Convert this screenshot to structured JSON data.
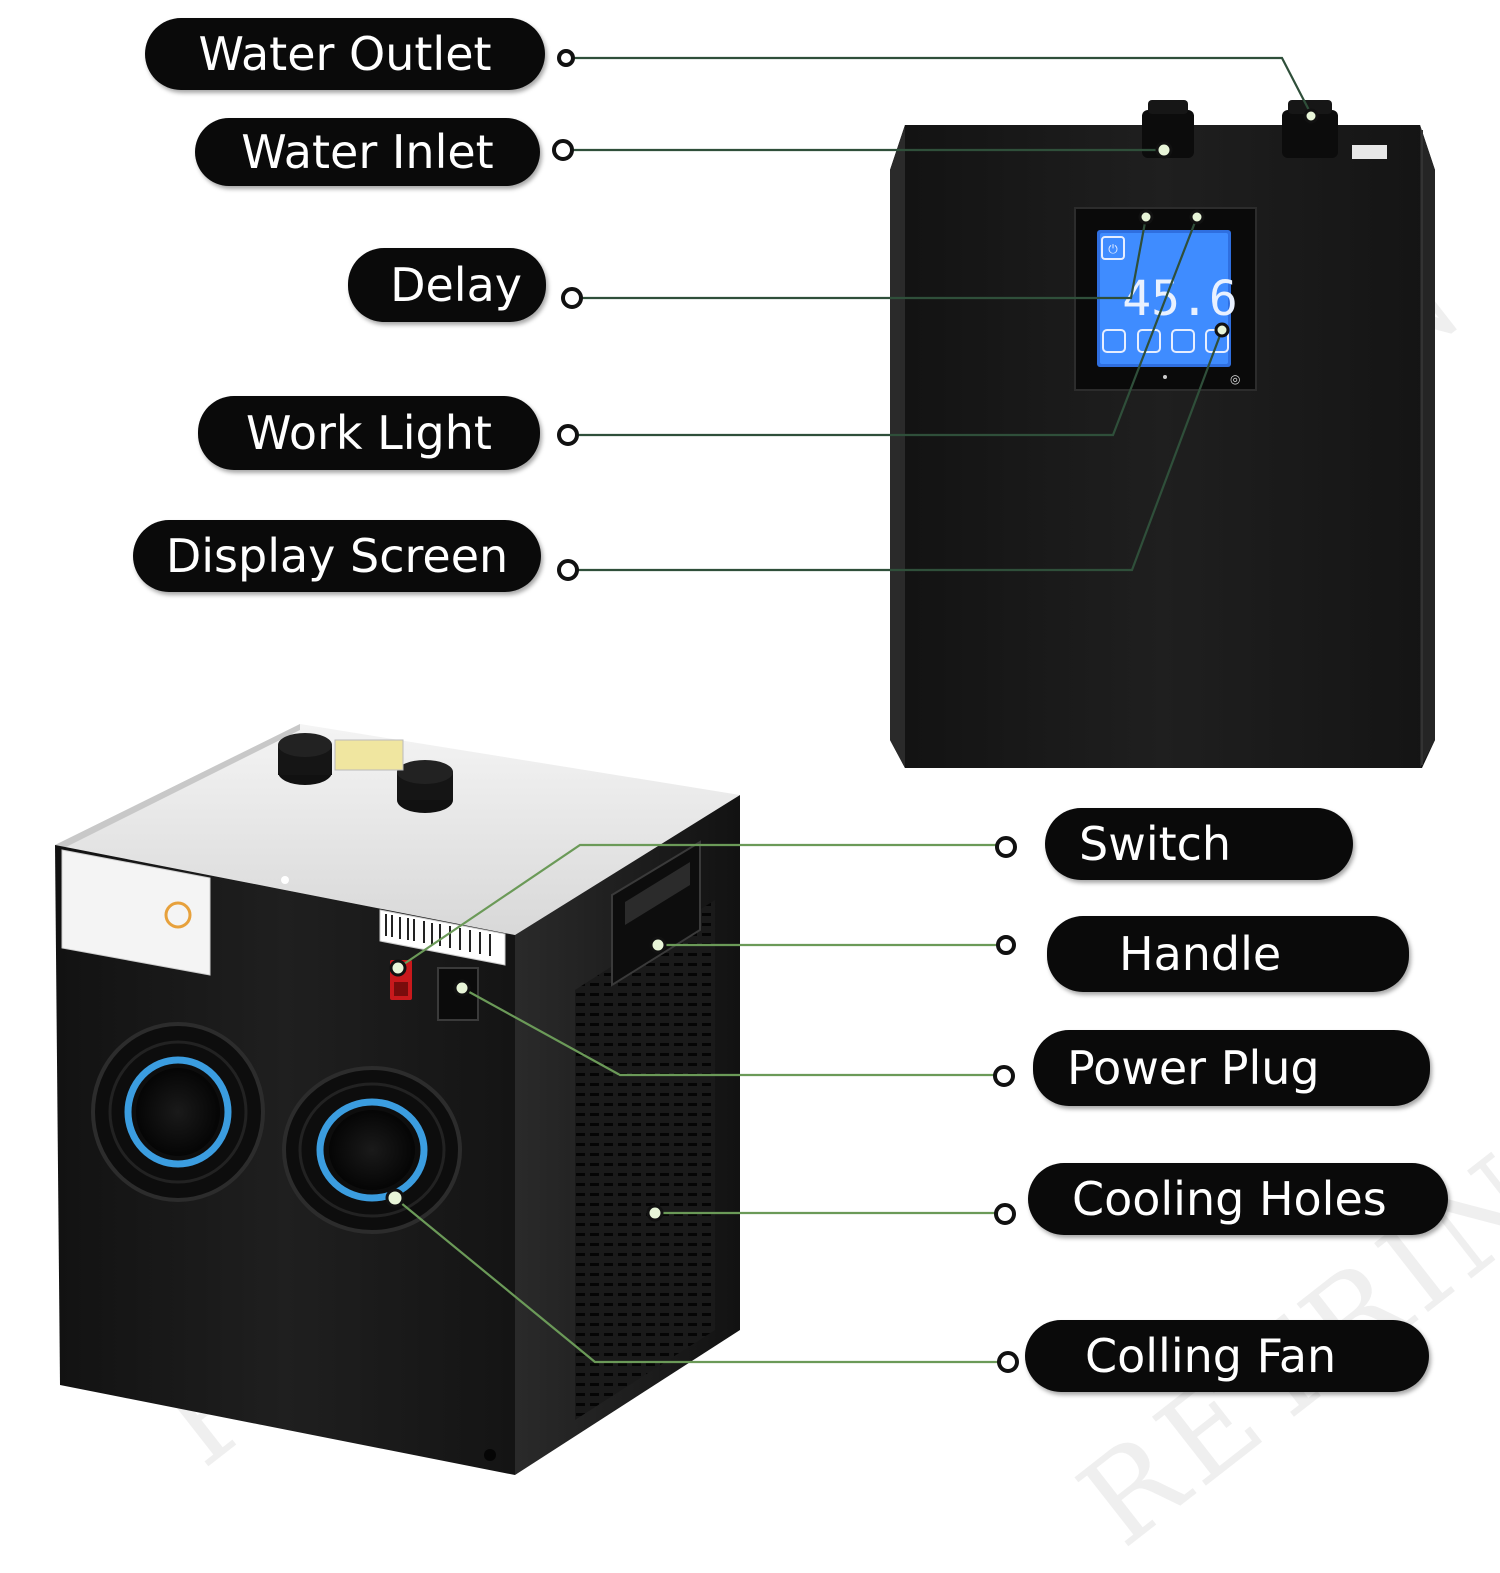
{
  "labels": [
    {
      "id": "water-outlet",
      "text": "Water Outlet"
    },
    {
      "id": "water-inlet",
      "text": "Water Inlet"
    },
    {
      "id": "delay",
      "text": "Delay"
    },
    {
      "id": "work-light",
      "text": "Work Light"
    },
    {
      "id": "display-screen",
      "text": "Display Screen"
    },
    {
      "id": "switch",
      "text": "Switch"
    },
    {
      "id": "handle",
      "text": "Handle"
    },
    {
      "id": "power-plug",
      "text": "Power Plug"
    },
    {
      "id": "cooling-holes",
      "text": "Cooling Holes"
    },
    {
      "id": "colling-fan",
      "text": "Colling Fan"
    }
  ],
  "display_reading": "45.6",
  "watermark": "RETRIN",
  "colors": {
    "pill_bg": "#0a0a0a",
    "pill_text": "#ffffff",
    "leader_line": "#6b9a58",
    "leader_line_dark": "#2f4f3a",
    "device_body": "#1c1c1c",
    "lcd_blue": "#3f8cff",
    "fan_ring": "#3b9de0"
  }
}
